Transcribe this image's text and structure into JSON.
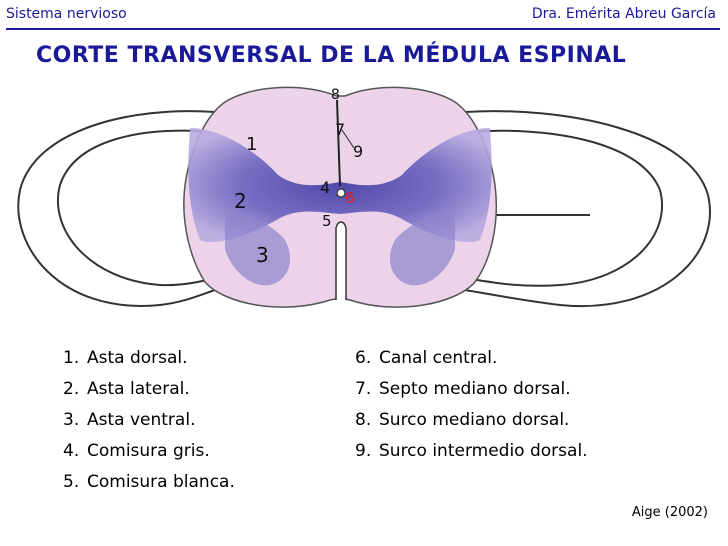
{
  "header": {
    "left": "Sistema nervioso",
    "right": "Dra. Emérita Abreu García"
  },
  "title": "CORTE TRANSVERSAL DE LA MÉDULA ESPINAL",
  "diagram_labels": {
    "l1": "1",
    "l2": "2",
    "l3": "3",
    "l4": "4",
    "l5": "5",
    "l6": "6",
    "l7": "7",
    "l8": "8",
    "l9": "9"
  },
  "legend_left": [
    {
      "num": "1.",
      "text": "Asta dorsal."
    },
    {
      "num": "2.",
      "text": "Asta lateral."
    },
    {
      "num": "3.",
      "text": "Asta ventral."
    },
    {
      "num": "4.",
      "text": "Comisura gris."
    },
    {
      "num": "5.",
      "text": "Comisura blanca."
    }
  ],
  "legend_right": [
    {
      "num": "6.",
      "text": "Canal central."
    },
    {
      "num": "7.",
      "text": "Septo mediano dorsal."
    },
    {
      "num": "8.",
      "text": "Surco mediano dorsal."
    },
    {
      "num": "9.",
      "text": "Surco intermedio dorsal."
    }
  ],
  "credit": "Aige (2002)",
  "colors": {
    "header": "#1a1a99",
    "white_matter": "#ecd3ea",
    "gray_matter": "#6a62bf",
    "central_canal_label": "#e02020"
  }
}
